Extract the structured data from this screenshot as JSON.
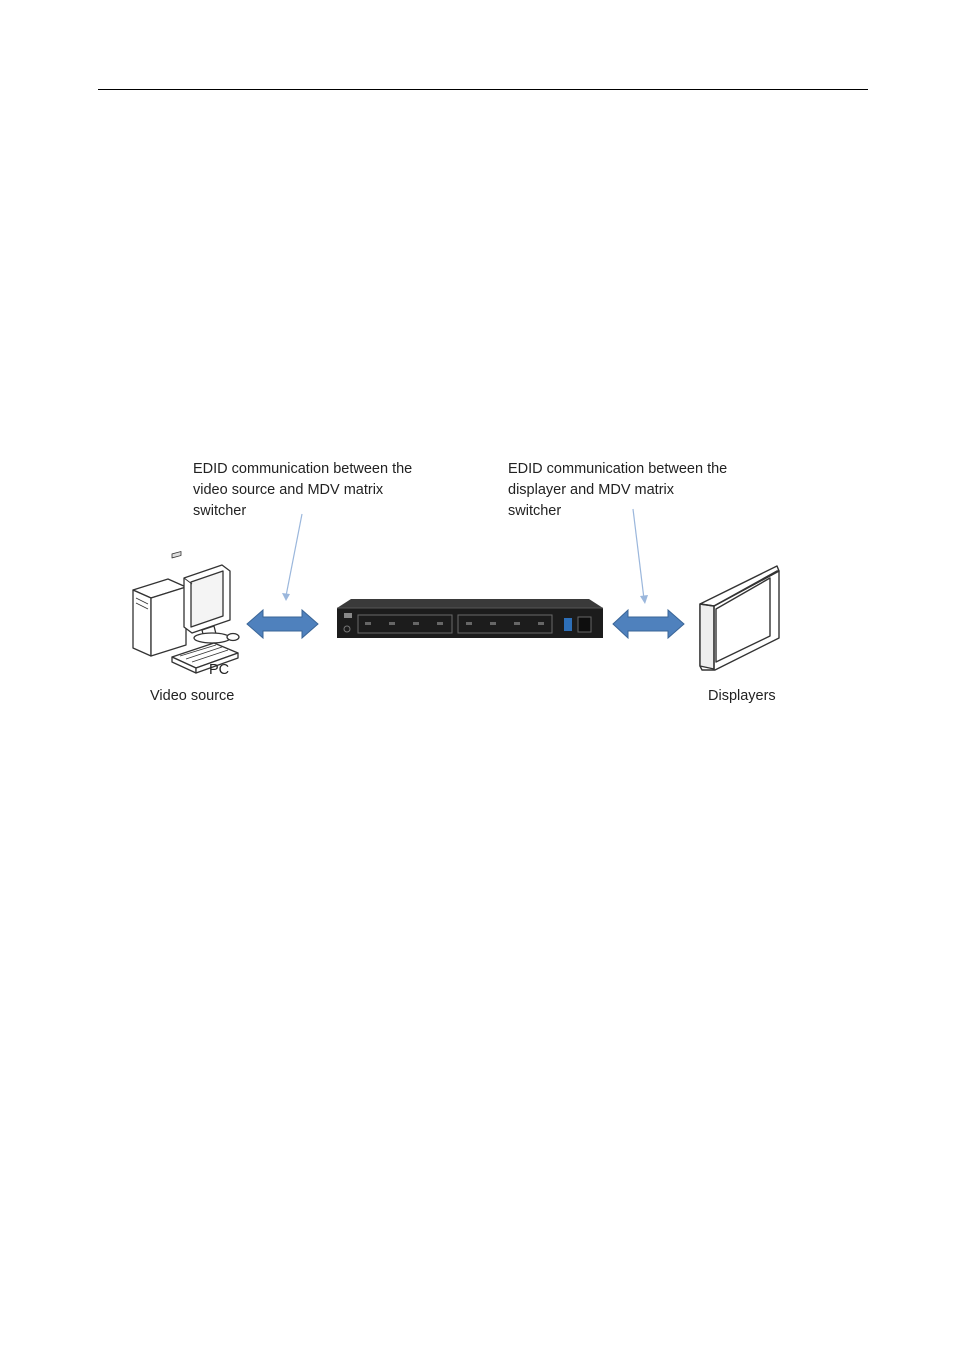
{
  "diagram": {
    "left_caption": "EDID communication between the\nvideo source and MDV matrix\nswitcher",
    "right_caption": "EDID communication between the\ndisplayer and MDV matrix\nswitcher",
    "pc_label": "PC",
    "source_label": "Video source",
    "display_label": "Displayers"
  },
  "colors": {
    "arrow_fill": "#4f81bd",
    "arrow_stroke": "#3a6597",
    "pointer_line": "#9bb7dc",
    "device_body": "#1c1c1c"
  },
  "icons": {
    "pc": "desktop-pc-icon",
    "switcher": "matrix-switcher-device",
    "display": "monitor-icon"
  }
}
